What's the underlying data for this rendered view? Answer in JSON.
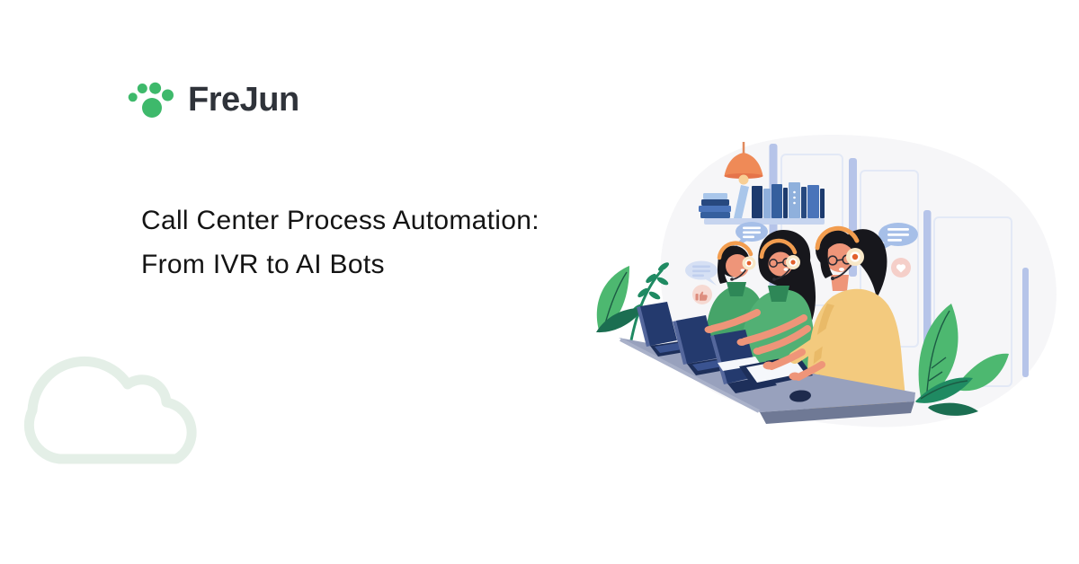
{
  "page": {
    "background": "#ffffff"
  },
  "logo": {
    "brand": "FreJun",
    "icon": "paw-icon"
  },
  "title": {
    "line1": "Call Center Process Automation:",
    "line2": "From IVR to AI Bots"
  },
  "illustration": {
    "alt": "Three call center agents wearing headsets typing on laptops at a shared desk",
    "elements": [
      "pendant-lamp",
      "bookshelf-with-books",
      "window-dividers",
      "speech-bubbles",
      "thumbs-up-badge",
      "heart-badge",
      "agent-green-left",
      "agent-green-middle",
      "agent-yellow-front",
      "laptops",
      "clipboard",
      "computer-mouse",
      "desk",
      "plants"
    ]
  },
  "decor": {
    "cloud": "outlined-cloud-bottom-left"
  },
  "colors": {
    "pageBg": "#ffffff",
    "brandGreen": "#3eb96b",
    "logoText": "#2f333a",
    "titleText": "#141414",
    "blob": "#f6f6f8",
    "strip": "#b6c4e9",
    "panelLine": "#e3e9f6",
    "lampShade": "#ef8a57",
    "lampRim": "#e5744a",
    "lampCord": "#e08a5e",
    "lampBulb": "#f8cf95",
    "shelf": "#c6d4ef",
    "bookNavy": "#27497f",
    "bookBlue": "#4a74ba",
    "bookMid": "#355f9e",
    "bookLight": "#a9c6ea",
    "bookPale": "#8fb0dc",
    "bookDeep": "#1d3b6e",
    "bubbleBlue": "#a6bfe8",
    "bubbleLight": "#d6e0f4",
    "bubbleLine": "#c0cfee",
    "thumbBg": "#f6d9d2",
    "thumbGlyph": "#dd8d7e",
    "heartBg": "#f5cfc9",
    "heartGlyph": "#ffffff",
    "leafGreen": "#4db870",
    "leafDark": "#1f8a62",
    "leafDeep": "#1b6e51",
    "leafVein": "#1c5b44",
    "deskTop": "#98a1bd",
    "deskFront": "#6f7995",
    "deskEdge": "#a9b1c9",
    "laptopScreen": "#243a6e",
    "laptopEdge": "#54679c",
    "laptopBase": "#1d2f5a",
    "keyDeck": "#3a5390",
    "paper": "#f5f7fb",
    "clipFrame": "#1d2f5a",
    "mouse": "#1e2b4d",
    "skin": "#ee9579",
    "hair": "#17171c",
    "green1": "#46a469",
    "green2": "#52b074",
    "collarGreen": "#2e8757",
    "yellow": "#f3ca7e",
    "yellowShade": "#e9ba68",
    "headsetBand": "#f29d4f",
    "headsetCup": "#f8e8c8",
    "headsetCenter": "#e2602c",
    "outline": "#2b2b33",
    "cloud": "#e4efe7"
  }
}
